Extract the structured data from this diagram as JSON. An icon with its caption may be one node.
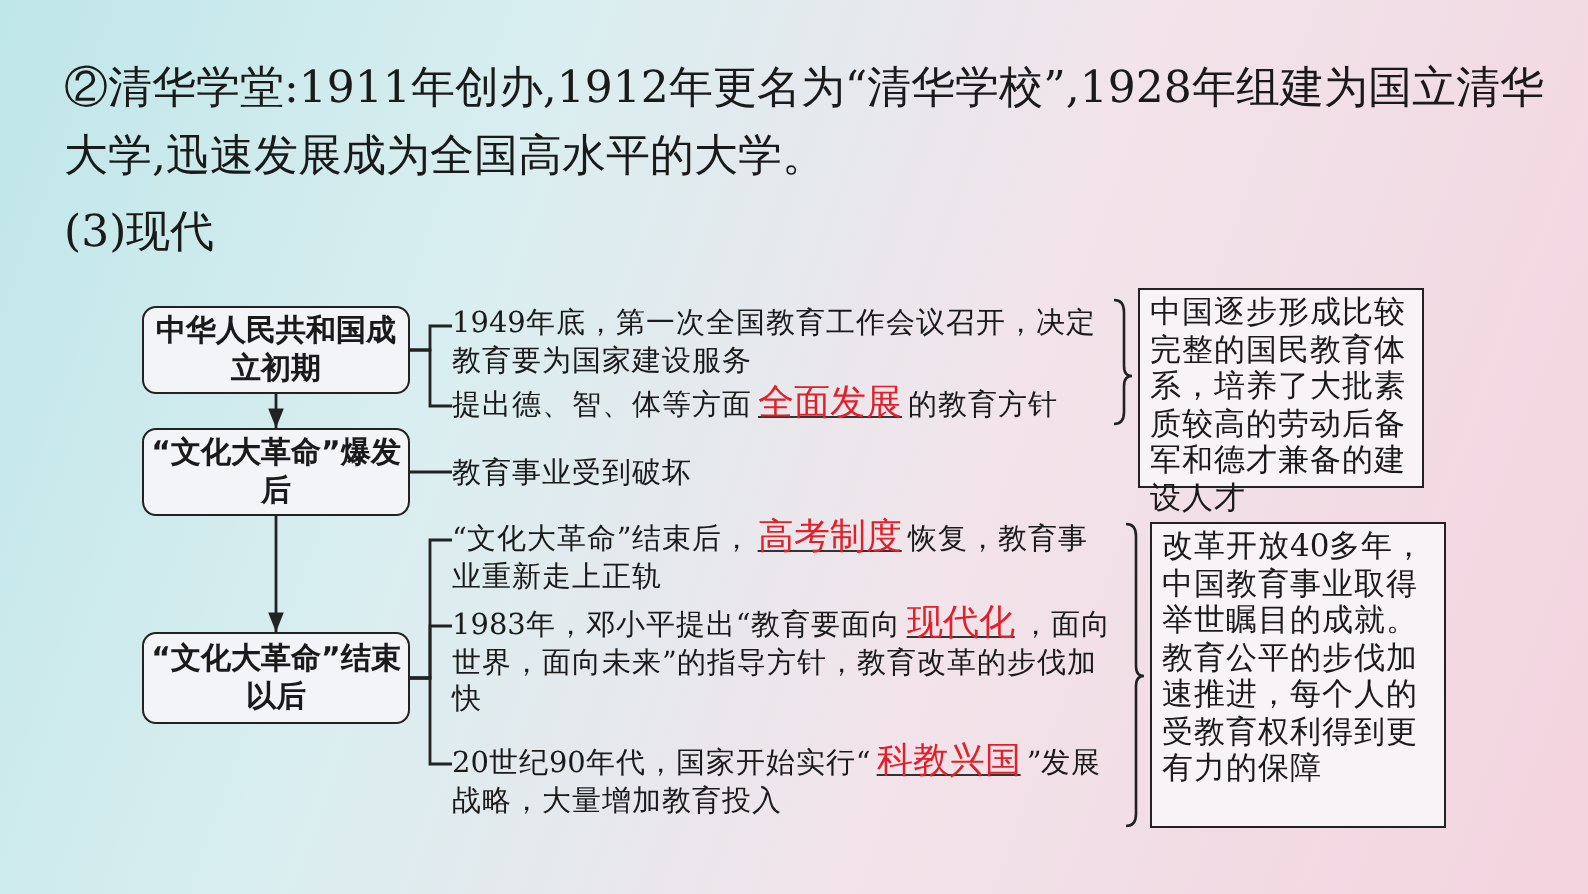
{
  "diagram": {
    "nodes": [
      {
        "text": [
          "中华人民共和国成立初期"
        ]
      },
      {
        "text": [
          "“文化大革命”爆发后"
        ]
      },
      {
        "text": [
          "“文化大革命”结束以后"
        ]
      },
      {
        "text": [
          "1949年底，第一次全国教育工作会议召开，决定教育要为国家建设服务"
        ]
      },
      {
        "text": [
          "提出德、智、体等方面",
          "全面发展",
          "的教育方针"
        ]
      },
      {
        "text": [
          "教育事业受到破坏"
        ]
      },
      {
        "text": [
          "“文化大革命”结束后，",
          "高考制度",
          "恢复，教育事业重新走上正轨"
        ]
      },
      {
        "text": [
          "1983年，邓小平提出“教育要面向",
          "现代化",
          "，面向世界，面向未来”的指导方针，教育改革的步伐加快"
        ]
      },
      {
        "text": [
          "20世纪90年代，国家开始实行“",
          "科教兴国",
          "”发展战略，大量增加教育投入"
        ]
      },
      {
        "text": [
          "中国逐步形成比较完整的国民教育体系，培养了大批素质较高的劳动后备军和德才兼备的建设人才"
        ]
      },
      {
        "text": [
          "改革开放40多年，中国教育事业取得举世瞩目的成就。教育公平的步伐加速推进，每个人的受教育权利得到更有力的保障"
        ]
      }
    ],
    "edges": [
      {
        "from": 0,
        "to": 1,
        "arrow": "to"
      },
      {
        "from": 1,
        "to": 2,
        "arrow": "to"
      },
      {
        "from": 0,
        "to": 3,
        "arrow": "none"
      },
      {
        "from": 0,
        "to": 4,
        "arrow": "none"
      },
      {
        "from": 1,
        "to": 5,
        "arrow": "none"
      },
      {
        "from": 2,
        "to": 6,
        "arrow": "none"
      },
      {
        "from": 2,
        "to": 7,
        "arrow": "none"
      },
      {
        "from": 2,
        "to": 8,
        "arrow": "none"
      }
    ],
    "labels": [
      "②清华学堂:1911年创办,1912年更名为“清华学校”,1928年组建为国立清华大学,迅速发展成为全国高水平的大学。",
      "(3)现代"
    ]
  }
}
